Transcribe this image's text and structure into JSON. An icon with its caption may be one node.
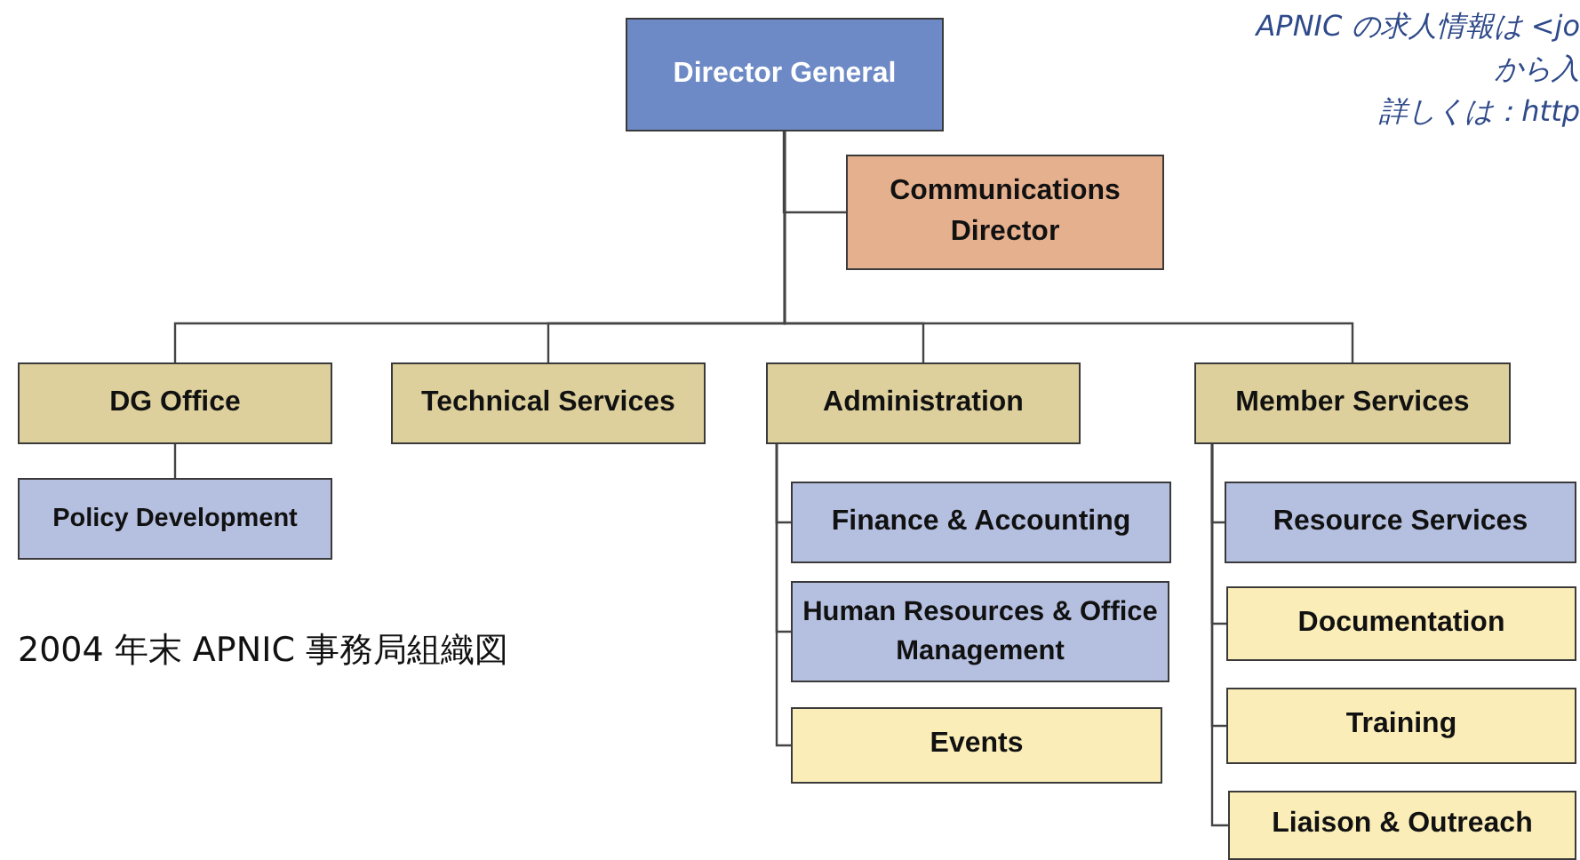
{
  "diagram": {
    "title": "2004 年末 APNIC 事務局組織図",
    "nodes": [
      {
        "text": [
          "Director General"
        ]
      },
      {
        "text": [
          "Communications Director"
        ]
      },
      {
        "text": [
          "DG Office"
        ]
      },
      {
        "text": [
          "Technical Services"
        ]
      },
      {
        "text": [
          "Administration"
        ]
      },
      {
        "text": [
          "Member Services"
        ]
      },
      {
        "text": [
          "Policy Development"
        ]
      },
      {
        "text": [
          "Finance & Accounting"
        ]
      },
      {
        "text": [
          "Human Resources & Office Management"
        ]
      },
      {
        "text": [
          "Events"
        ]
      },
      {
        "text": [
          "Resource Services"
        ]
      },
      {
        "text": [
          "Documentation"
        ]
      },
      {
        "text": [
          "Training"
        ]
      },
      {
        "text": [
          "Liaison & Outreach"
        ]
      }
    ],
    "edges": [
      {
        "from": 0,
        "to": 1,
        "arrow": "none"
      },
      {
        "from": 0,
        "to": 2,
        "arrow": "none"
      },
      {
        "from": 0,
        "to": 3,
        "arrow": "none"
      },
      {
        "from": 0,
        "to": 4,
        "arrow": "none"
      },
      {
        "from": 0,
        "to": 5,
        "arrow": "none"
      },
      {
        "from": 2,
        "to": 6,
        "arrow": "none"
      },
      {
        "from": 4,
        "to": 7,
        "arrow": "none"
      },
      {
        "from": 4,
        "to": 8,
        "arrow": "none"
      },
      {
        "from": 4,
        "to": 9,
        "arrow": "none"
      },
      {
        "from": 5,
        "to": 10,
        "arrow": "none"
      },
      {
        "from": 5,
        "to": 11,
        "arrow": "none"
      },
      {
        "from": 5,
        "to": 12,
        "arrow": "none"
      },
      {
        "from": 5,
        "to": 13,
        "arrow": "none"
      }
    ],
    "labels": [
      "APNIC の求人情報は <jo",
      "から入",
      "詳しくは：http"
    ]
  }
}
